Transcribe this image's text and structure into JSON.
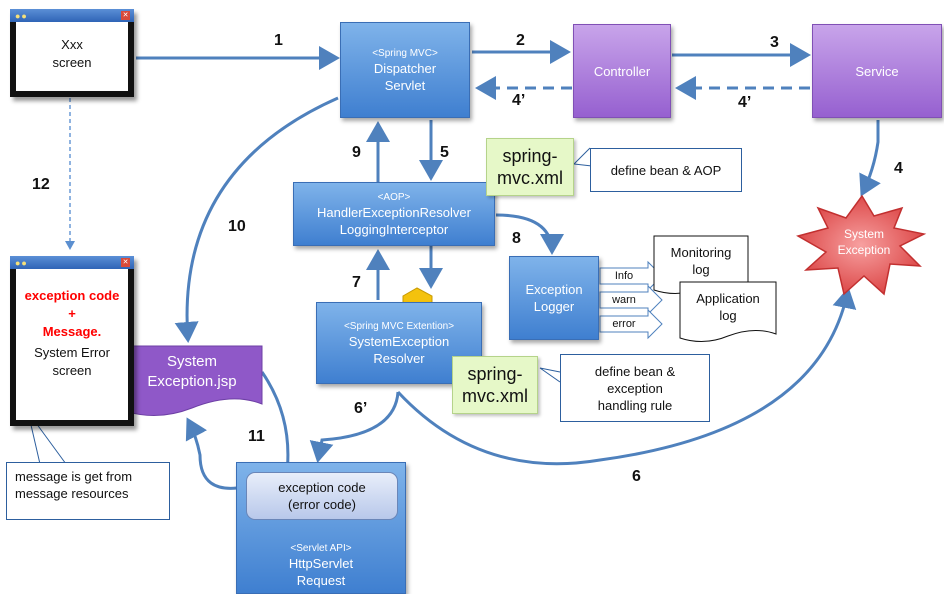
{
  "nodes": {
    "xxx_screen": {
      "line1": "Xxx",
      "line2": "screen"
    },
    "dispatcher": {
      "stereotype": "<Spring MVC>",
      "line1": "Dispatcher",
      "line2": "Servlet"
    },
    "controller": {
      "label": "Controller"
    },
    "service": {
      "label": "Service"
    },
    "handler": {
      "stereotype": "<AOP>",
      "line1": "HandlerExceptionResolver",
      "line2": "LoggingInterceptor"
    },
    "exception_logger": {
      "line1": "Exception",
      "line2": "Logger"
    },
    "system_exception_resolver": {
      "stereotype": "<Spring MVC Extention>",
      "line1": "SystemException",
      "line2": "Resolver"
    },
    "system_exception_jsp": {
      "line1": "System",
      "line2": "Exception.jsp"
    },
    "http_request": {
      "stereotype": "<Servlet API>",
      "line1": "HttpServlet",
      "line2": "Request"
    },
    "exception_code_box": {
      "line1": "exception code",
      "line2": "(error code)"
    },
    "system_exception_burst": {
      "line1": "System",
      "line2": "Exception"
    },
    "error_screen": {
      "red1": "exception code",
      "red2": "+",
      "red3": "Message.",
      "line1": "System Error",
      "line2": "screen"
    }
  },
  "notes": {
    "spring_xml_1": {
      "line1": "spring-",
      "line2": "mvc.xml"
    },
    "define_aop": "define bean & AOP",
    "spring_xml_2": {
      "line1": "spring-",
      "line2": "mvc.xml"
    },
    "define_rule": {
      "line1": "define bean &",
      "line2": "exception",
      "line3": "handling rule"
    },
    "message_note": {
      "line1": "message is get from",
      "line2": "message resources"
    }
  },
  "logs": {
    "monitoring": {
      "line1": "Monitoring",
      "line2": "log"
    },
    "application": {
      "line1": "Application",
      "line2": "log"
    },
    "levels": [
      "Info",
      "warn",
      "error"
    ]
  },
  "steps": {
    "s1": "1",
    "s2": "2",
    "s3": "3",
    "s4": "4",
    "s4p_a": "4’",
    "s4p_b": "4’",
    "s5": "5",
    "s6": "6",
    "s6p": "6’",
    "s7": "7",
    "s8": "8",
    "s9": "9",
    "s10": "10",
    "s11": "11",
    "s12": "12"
  },
  "colors": {
    "component_blue": "#4a86d8",
    "component_purple": "#a070d8",
    "arrow_blue": "#4f81bd",
    "burst_red": "#e05050",
    "note_green": "#e6f8c8",
    "error_text_red": "#ff0000"
  }
}
